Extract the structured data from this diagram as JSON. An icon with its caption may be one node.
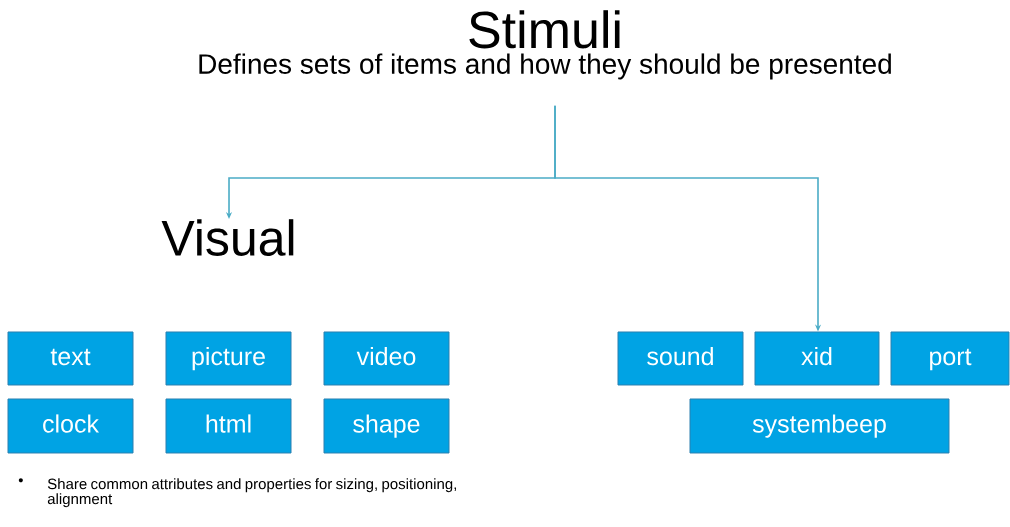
{
  "diagram": {
    "nodes": [
      {
        "text": [
          "Stimuli",
          "Defines sets of items and how they should be presented"
        ]
      },
      {
        "text": [
          "Visual"
        ]
      },
      {
        "text": [
          "text"
        ]
      },
      {
        "text": [
          "picture"
        ]
      },
      {
        "text": [
          "video"
        ]
      },
      {
        "text": [
          "clock"
        ]
      },
      {
        "text": [
          "html"
        ]
      },
      {
        "text": [
          "shape"
        ]
      },
      {
        "text": [
          "sound"
        ]
      },
      {
        "text": [
          "xid"
        ]
      },
      {
        "text": [
          "port"
        ]
      },
      {
        "text": [
          "systembeep"
        ]
      }
    ],
    "edges": [
      {
        "from": 0,
        "to": 1,
        "arrow": "to"
      },
      {
        "from": 0,
        "to": 9,
        "arrow": "to"
      }
    ],
    "labels": [
      "•",
      "Share common attributes and properties for sizing, positioning, alignment"
    ]
  }
}
